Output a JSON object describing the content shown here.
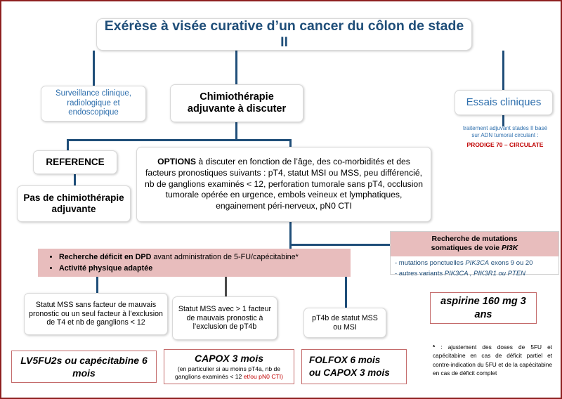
{
  "title": "Exérèse à visée curative d’un cancer du côlon de stade II",
  "branches": {
    "surveillance": "Surveillance clinique, radiologique et endoscopique",
    "chemo": "Chimiothérapie adjuvante à discuter",
    "trials": "Essais cliniques"
  },
  "trials_note": {
    "line1": "traitement adjuvant stades II basé",
    "line2": "sur ADN tumoral circulant :",
    "highlight": "PRODIGE 70 – CIRCULATE"
  },
  "reference": {
    "heading": "REFERENCE",
    "outcome": "Pas de chimiothérapie adjuvante"
  },
  "options": {
    "label": "OPTIONS",
    "text": " à discuter en fonction de l’âge, des co-morbidités et des facteurs pronostiques suivants : pT4, statut MSI ou MSS, peu différencié, nb de ganglions examinés < 12, perforation tumorale sans pT4, occlusion tumorale opérée en urgence, embols veineux et lymphatiques, engainement péri-nerveux, pN0 CTI"
  },
  "dpd_box": {
    "item1_bold": "Recherche déficit en DPD",
    "item1_rest": " avant administration de 5-FU/capécitabine*",
    "item2": "Activité physique adaptée"
  },
  "pi3k_box": {
    "header_line1": "Recherche de mutations",
    "header_line2_pre": "somatiques  de voie ",
    "header_gene": "PI3K",
    "row1_pre": "- mutations ponctuelles ",
    "row1_gene": "PIK3CA",
    "row1_post": " exons 9 ou 20",
    "row2_pre": "- autres variants  ",
    "row2_gene": "PIK3CA , PIK3R1 ou PTEN"
  },
  "criteria": [
    "Statut MSS sans facteur de mauvais pronostic ou un seul facteur à l’exclusion de T4 et nb de ganglions < 12",
    "Statut MSS avec > 1 facteur de mauvais pronostic à l’exclusion de pT4b",
    "pT4b de statut MSS ou MSI"
  ],
  "treatments": {
    "t1": "LV5FU2s ou capécitabine 6 mois",
    "t2_title": "CAPOX 3 mois",
    "t2_detail_pre": "(en particulier si au moins pT4a, nb de ganglions examinés < 12 ",
    "t2_detail_red": "et/ou pN0 CTI)",
    "t3_line1": "FOLFOX 6 mois",
    "t3_line2": "ou CAPOX 3 mois",
    "t4": "aspirine 160 mg 3 ans"
  },
  "footnote": {
    "marker": "* ",
    "text": ": ajustement des doses de 5FU et capécitabine en cas de déficit partiel et contre-indication du 5FU et de la capécitabine en cas de déficit complet"
  },
  "colors": {
    "navy": "#1f4e79",
    "blue": "#2e6fad",
    "pink": "#e8bdbd",
    "red": "#c00000",
    "border_red": "#8e2020"
  }
}
